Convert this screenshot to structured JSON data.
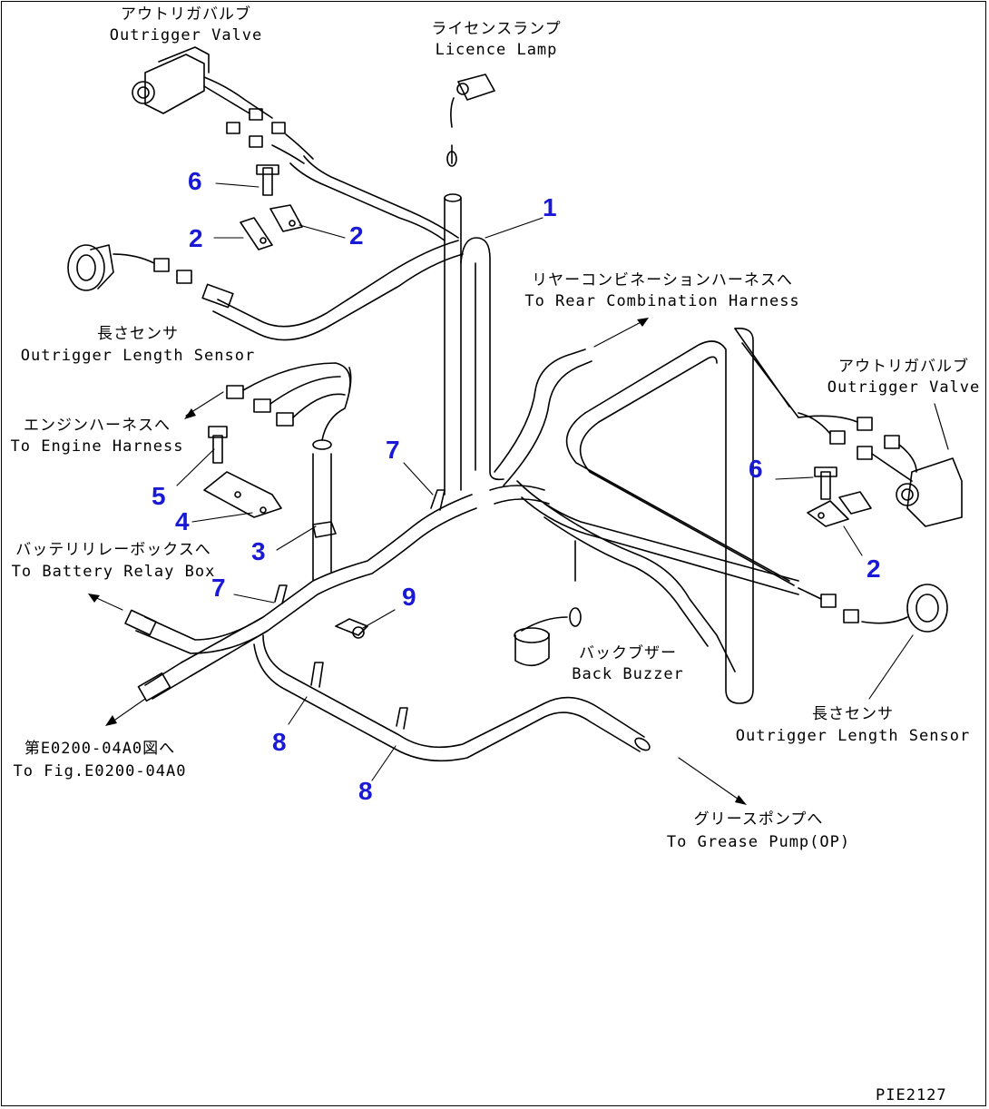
{
  "labels": {
    "outrigger_valve_left_jp": "アウトリガバルブ",
    "outrigger_valve_left_en": "Outrigger Valve",
    "licence_lamp_jp": "ライセンスランプ",
    "licence_lamp_en": "Licence Lamp",
    "rear_combination_jp": "リヤーコンビネーションハーネスへ",
    "rear_combination_en": "To Rear Combination Harness",
    "length_sensor_left_jp": "長さセンサ",
    "length_sensor_left_en": "Outrigger Length Sensor",
    "engine_harness_jp": "エンジンハーネスへ",
    "engine_harness_en": "To Engine Harness",
    "outrigger_valve_right_jp": "アウトリガバルブ",
    "outrigger_valve_right_en": "Outrigger Valve",
    "battery_relay_jp": "バッテリリレーボックスへ",
    "battery_relay_en": "To Battery Relay Box",
    "back_buzzer_jp": "バックブザー",
    "back_buzzer_en": "Back Buzzer",
    "length_sensor_right_jp": "長さセンサ",
    "length_sensor_right_en": "Outrigger Length Sensor",
    "fig_ref_jp": "第E0200-04A0図へ",
    "fig_ref_en": "To Fig.E0200-04A0",
    "grease_pump_jp": "グリースポンプへ",
    "grease_pump_en": "To Grease Pump(OP)",
    "drawing_id": "PIE2127"
  },
  "callouts": [
    "1",
    "2",
    "2",
    "2",
    "3",
    "4",
    "5",
    "6",
    "6",
    "7",
    "7",
    "8",
    "8",
    "9"
  ],
  "colors": {
    "callout": "#1a1ad6",
    "line": "#000000"
  }
}
